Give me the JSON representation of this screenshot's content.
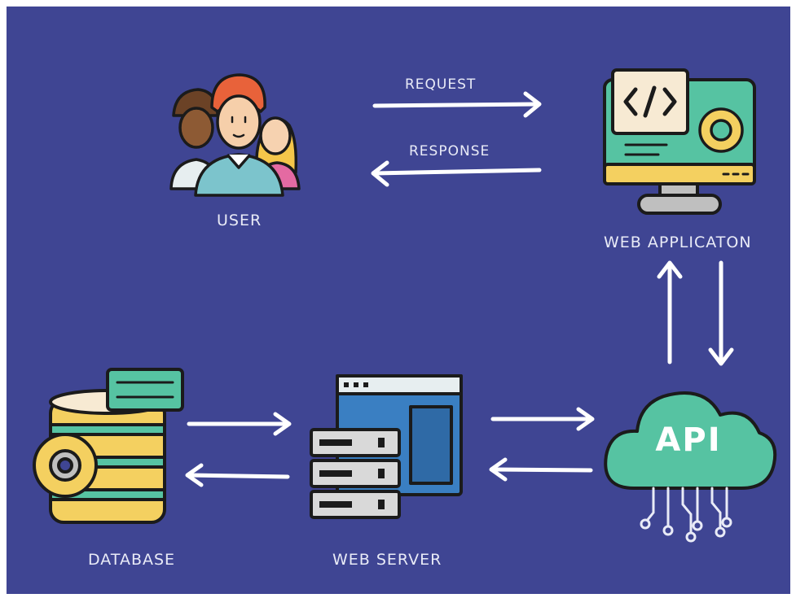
{
  "nodes": {
    "user": {
      "label": "USER"
    },
    "web_application": {
      "label": "WEB APPLICATON"
    },
    "database": {
      "label": "DATABASE"
    },
    "web_server": {
      "label": "WEB SERVER"
    },
    "api": {
      "label": "API"
    }
  },
  "flows": {
    "request": "REQUEST",
    "response": "RESPONSE"
  },
  "colors": {
    "background": "#3f4593",
    "arrow": "#ffffff",
    "teal": "#56c3a2",
    "yellow": "#f4d060",
    "cream": "#f7ead3",
    "outline": "#1b1b1b"
  },
  "icons": [
    "users-group-icon",
    "monitor-code-gear-icon",
    "database-gear-icon",
    "server-rack-icon",
    "api-cloud-circuit-icon"
  ]
}
